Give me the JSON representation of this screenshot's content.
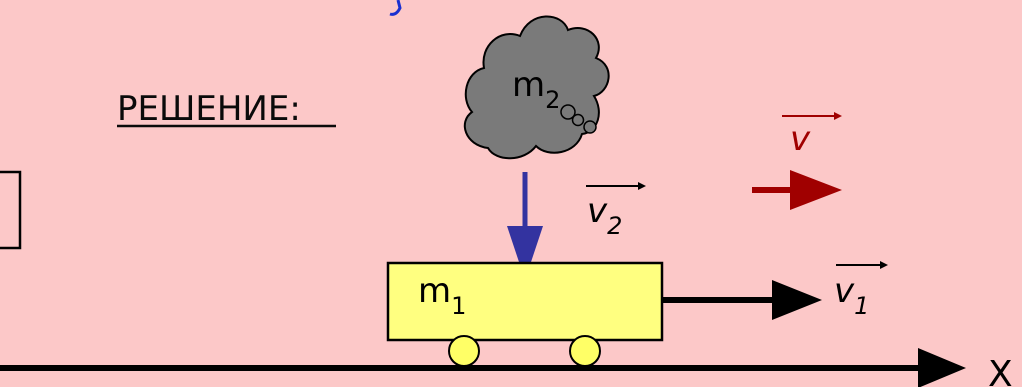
{
  "heading": {
    "text": "РЕШЕНИЕ",
    "colon": ":"
  },
  "cloud": {
    "label": "m",
    "subscript": "2"
  },
  "cart": {
    "label": "m",
    "subscript": "1"
  },
  "velocities": {
    "v": {
      "label": "v",
      "subscript": ""
    },
    "v1": {
      "label": "v",
      "subscript": "1"
    },
    "v2": {
      "label": "v",
      "subscript": "2"
    }
  },
  "axis": {
    "label": "X"
  },
  "colors": {
    "background": "#fcc8c8",
    "heading": "#0a0a0a",
    "cloud_fill": "#7a7a7a",
    "cart_fill": "#ffff80",
    "wheel_fill": "#ffff66",
    "falling_arrow": "#3333a0",
    "v_arrow": "#a00000",
    "v_label": "#a00000",
    "black": "#000000",
    "top_fragment": "#1a2fd0",
    "left_box_border": "#000000"
  },
  "icons": {
    "cloud": "cloud-shape",
    "falling-arrow": "arrow-down-icon",
    "v-arrow": "arrow-right-icon",
    "v1-arrow": "arrow-right-icon",
    "axis-arrow": "arrow-right-icon"
  }
}
